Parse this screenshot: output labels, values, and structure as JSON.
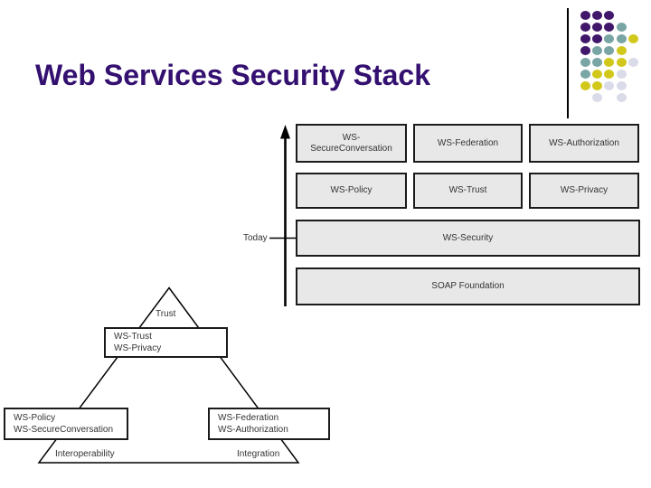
{
  "slide": {
    "title": "Web Services Security Stack"
  },
  "theme": {
    "title_color": "#341070",
    "box_fill": "#e8e8e8",
    "box_border": "#1b1b1b",
    "text_color": "#333333",
    "line_color": "#000000"
  },
  "decoration": {
    "dot_colors": {
      "P": "#41176b",
      "T": "#7aa5a5",
      "Y": "#d2c81c",
      "G": "#dadbe8"
    },
    "dot_pattern": [
      "PPP..",
      "PPPT.",
      "PPTTY",
      "PTTY.",
      "TTYYG",
      "TYYG.",
      "YYGG.",
      ".G.G."
    ]
  },
  "stack": {
    "today_label": "Today",
    "row1": [
      {
        "line1": "WS-",
        "line2": "SecureConversation"
      },
      {
        "line1": "WS-Federation"
      },
      {
        "line1": "WS-Authorization"
      }
    ],
    "row2": [
      {
        "line1": "WS-Policy"
      },
      {
        "line1": "WS-Trust"
      },
      {
        "line1": "WS-Privacy"
      }
    ],
    "security_label": "WS-Security",
    "soap_label": "SOAP Foundation"
  },
  "pyramid": {
    "apex_label": "Trust",
    "middle_box": {
      "line1": "WS-Trust",
      "line2": "WS-Privacy"
    },
    "left_box": {
      "line1": "WS-Policy",
      "line2": "WS-SecureConversation"
    },
    "right_box": {
      "line1": "WS-Federation",
      "line2": "WS-Authorization"
    },
    "base_left_label": "Interoperability",
    "base_right_label": "Integration"
  }
}
